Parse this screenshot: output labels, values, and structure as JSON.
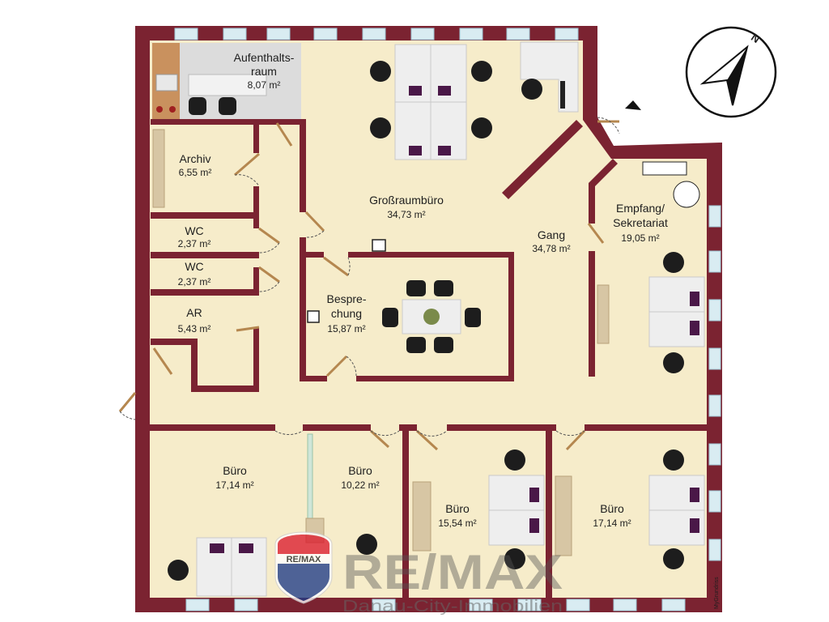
{
  "rooms": [
    {
      "id": "aufenthaltsraum",
      "name": "Aufenthalts-\nraum",
      "name_l1": "Aufenthalts-",
      "name_l2": "raum",
      "area": "8,07 m²"
    },
    {
      "id": "archiv",
      "name": "Archiv",
      "area": "6,55 m²"
    },
    {
      "id": "wc1",
      "name": "WC",
      "area": "2,37 m²"
    },
    {
      "id": "wc2",
      "name": "WC",
      "area": "2,37 m²"
    },
    {
      "id": "ar",
      "name": "AR",
      "area": "5,43 m²"
    },
    {
      "id": "grossraumbuero",
      "name": "Großraumbüro",
      "area": "34,73 m²"
    },
    {
      "id": "gang",
      "name": "Gang",
      "area": "34,78 m²"
    },
    {
      "id": "empfang",
      "name_l1": "Empfang/",
      "name_l2": "Sekretariat",
      "area": "19,05 m²"
    },
    {
      "id": "besprechung",
      "name_l1": "Bespre-",
      "name_l2": "chung",
      "area": "15,87 m²"
    },
    {
      "id": "buero1",
      "name": "Büro",
      "area": "17,14 m²"
    },
    {
      "id": "buero2",
      "name": "Büro",
      "area": "10,22 m²"
    },
    {
      "id": "buero3",
      "name": "Büro",
      "area": "15,54 m²"
    },
    {
      "id": "buero4",
      "name": "Büro",
      "area": "17,14 m²"
    }
  ],
  "compass": {
    "label": "N",
    "icon": "north-arrow-icon"
  },
  "branding": {
    "logo_text": "RE/MAX",
    "badge_text": "RE/MAX",
    "tagline": "Danau-City-Immobilien"
  },
  "credit": "MyGrundriss",
  "colors": {
    "wall": "#7b2331",
    "floor": "#f6ecca",
    "window": "#d9ecf2",
    "brand_red": "#dc1c2e",
    "brand_blue": "#1f3c88"
  }
}
